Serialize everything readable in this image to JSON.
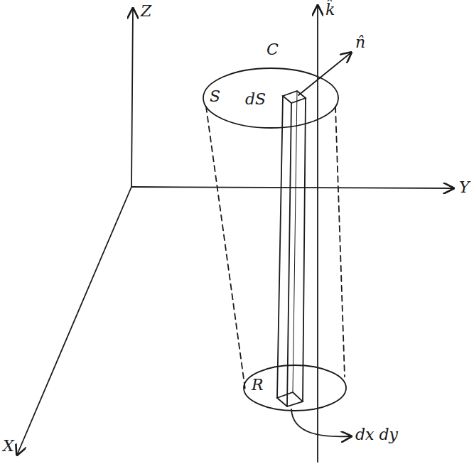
{
  "diagram": {
    "nodes": [
      {
        "text": [
          "C",
          "S",
          "dS"
        ]
      },
      {
        "text": [
          "R"
        ]
      }
    ],
    "labels": [
      "Z",
      "Y",
      "X",
      "k̂",
      "n̂",
      "dx dy"
    ]
  }
}
